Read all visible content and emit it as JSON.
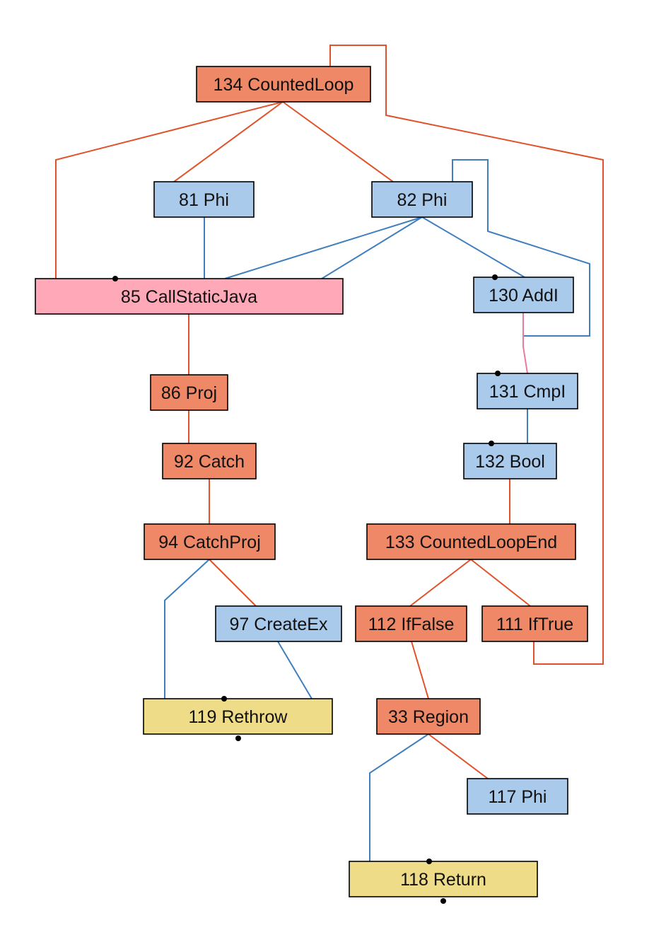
{
  "colors": {
    "control": "#ee8866",
    "data": "#aacaec",
    "call": "#ffa8b8",
    "terminal": "#eedc88",
    "control_edge": "#e0522a",
    "data_edge": "#3f7fbe",
    "call_edge": "#e87a9a"
  },
  "nodes": {
    "n134": {
      "label": "134 CountedLoop",
      "kind": "control"
    },
    "n81": {
      "label": "81 Phi",
      "kind": "data"
    },
    "n82": {
      "label": "82 Phi",
      "kind": "data"
    },
    "n85": {
      "label": "85 CallStaticJava",
      "kind": "call"
    },
    "n130": {
      "label": "130 AddI",
      "kind": "data"
    },
    "n86": {
      "label": "86 Proj",
      "kind": "control"
    },
    "n131": {
      "label": "131 CmpI",
      "kind": "data"
    },
    "n92": {
      "label": "92 Catch",
      "kind": "control"
    },
    "n132": {
      "label": "132 Bool",
      "kind": "data"
    },
    "n94": {
      "label": "94 CatchProj",
      "kind": "control"
    },
    "n133": {
      "label": "133 CountedLoopEnd",
      "kind": "control"
    },
    "n97": {
      "label": "97 CreateEx",
      "kind": "data"
    },
    "n112": {
      "label": "112 IfFalse",
      "kind": "control"
    },
    "n111": {
      "label": "111 IfTrue",
      "kind": "control"
    },
    "n119": {
      "label": "119 Rethrow",
      "kind": "terminal"
    },
    "n33": {
      "label": "33 Region",
      "kind": "control"
    },
    "n117": {
      "label": "117 Phi",
      "kind": "data"
    },
    "n118": {
      "label": "118 Return",
      "kind": "terminal"
    }
  },
  "edges": [
    {
      "from": "n134",
      "to": "n81",
      "kind": "control"
    },
    {
      "from": "n134",
      "to": "n82",
      "kind": "control"
    },
    {
      "from": "n134",
      "to": "n85",
      "kind": "control"
    },
    {
      "from": "n111",
      "to": "n134",
      "kind": "control"
    },
    {
      "from": "n81",
      "to": "n85",
      "kind": "data"
    },
    {
      "from": "n82",
      "to": "n85",
      "kind": "data"
    },
    {
      "from": "n82",
      "to": "n130",
      "kind": "data"
    },
    {
      "from": "n130",
      "to": "n82",
      "kind": "data"
    },
    {
      "from": "n130",
      "to": "n131",
      "kind": "data"
    },
    {
      "from": "n85",
      "to": "n86",
      "kind": "call"
    },
    {
      "from": "n86",
      "to": "n92",
      "kind": "control"
    },
    {
      "from": "n92",
      "to": "n94",
      "kind": "control"
    },
    {
      "from": "n94",
      "to": "n97",
      "kind": "control"
    },
    {
      "from": "n94",
      "to": "n119",
      "kind": "control"
    },
    {
      "from": "n97",
      "to": "n119",
      "kind": "data"
    },
    {
      "from": "n131",
      "to": "n132",
      "kind": "data"
    },
    {
      "from": "n132",
      "to": "n133",
      "kind": "data"
    },
    {
      "from": "n133",
      "to": "n112",
      "kind": "control"
    },
    {
      "from": "n133",
      "to": "n111",
      "kind": "control"
    },
    {
      "from": "n112",
      "to": "n33",
      "kind": "control"
    },
    {
      "from": "n33",
      "to": "n117",
      "kind": "control"
    },
    {
      "from": "n33",
      "to": "n118",
      "kind": "control"
    },
    {
      "from": "n117",
      "to": "n118",
      "kind": "data"
    }
  ]
}
